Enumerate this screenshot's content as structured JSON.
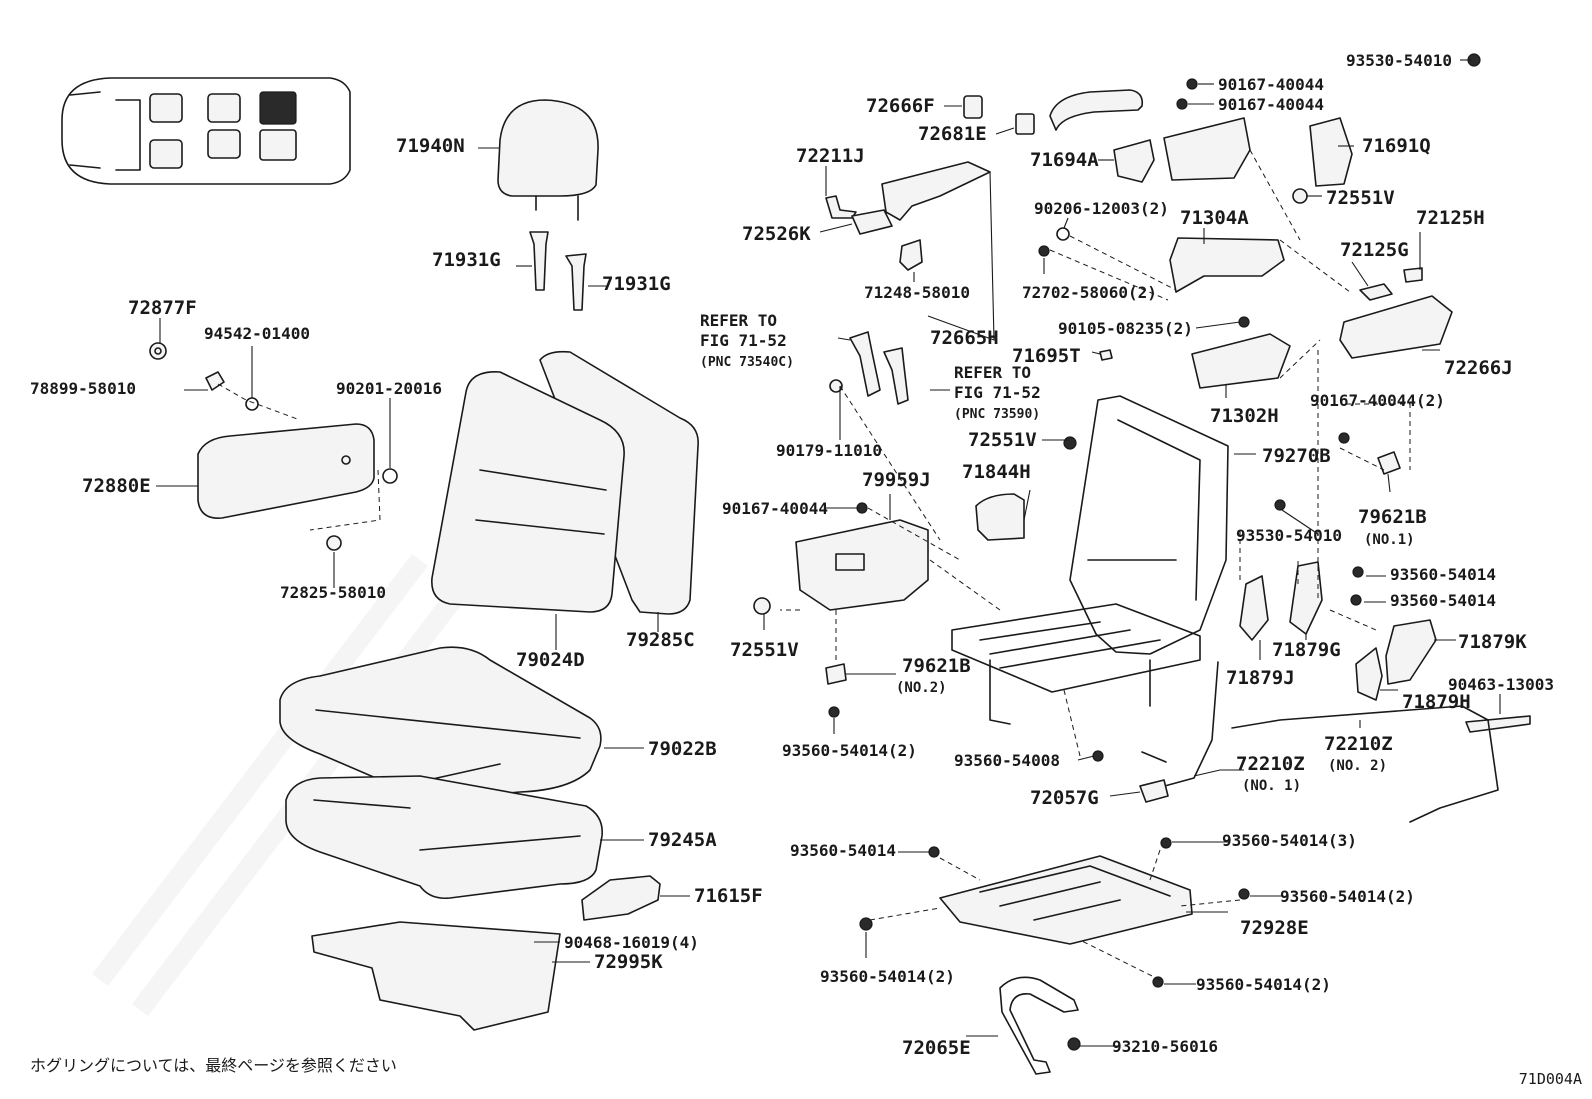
{
  "labels": {
    "p71940N": "71940N",
    "p71931G_a": "71931G",
    "p71931G_b": "71931G",
    "p72877F": "72877F",
    "p94542": "94542-01400",
    "p78899": "78899-58010",
    "p90201": "90201-20016",
    "p72880E": "72880E",
    "p72825": "72825-58010",
    "p79024D": "79024D",
    "p79285C": "79285C",
    "p79022B": "79022B",
    "p79245A": "79245A",
    "p71615F": "71615F",
    "p90468": "90468-16019(4)",
    "p72995K": "72995K",
    "p72666F": "72666F",
    "p72681E": "72681E",
    "p72211J": "72211J",
    "p72526K": "72526K",
    "p71248": "71248-58010",
    "p72665H": "72665H",
    "p71694A": "71694A",
    "p90167a": "90167-40044",
    "p90167b": "90167-40044",
    "p93530a": "93530-54010",
    "p71691Q": "71691Q",
    "p72551Va": "72551V",
    "p90206": "90206-12003(2)",
    "p71304A": "71304A",
    "p72125H": "72125H",
    "p72125G": "72125G",
    "p72702": "72702-58060(2)",
    "p90105": "90105-08235(2)",
    "p72266J": "72266J",
    "p71695T": "71695T",
    "p71302H": "71302H",
    "p90167c": "90167-40044(2)",
    "p79270B": "79270B",
    "p93530b": "93530-54010",
    "p79621B1": "79621B",
    "p79621B1n": "(NO.1)",
    "p93560a": "93560-54014",
    "p93560b": "93560-54014",
    "p71879G": "71879G",
    "p71879K": "71879K",
    "p71879J": "71879J",
    "p71879H": "71879H",
    "p90463": "90463-13003",
    "p72210Z2": "72210Z",
    "p72210Z2n": "(NO. 2)",
    "refer1a": "REFER TO",
    "refer1b": "FIG 71-52",
    "refer1c": "(PNC 73540C)",
    "refer2a": "REFER TO",
    "refer2b": "FIG 71-52",
    "refer2c": "(PNC 73590)",
    "p90179": "90179-11010",
    "p72551Vb": "72551V",
    "p71844H": "71844H",
    "p79959J": "79959J",
    "p90167d": "90167-40044",
    "p72551Vc": "72551V",
    "p79621B2": "79621B",
    "p79621B2n": "(NO.2)",
    "p93560c": "93560-54014(2)",
    "p93560d": "93560-54008",
    "p72210Z1": "72210Z",
    "p72210Z1n": "(NO. 1)",
    "p72057G": "72057G",
    "p93560e": "93560-54014",
    "p93560f": "93560-54014(3)",
    "p93560g": "93560-54014(2)",
    "p72928E": "72928E",
    "p93560h": "93560-54014(2)",
    "p93560i": "93560-54014(2)",
    "p72065E": "72065E",
    "p93210": "93210-56016"
  },
  "footer": {
    "note": "ホグリングについては、最終ページを参照ください",
    "code": "71D004A"
  }
}
